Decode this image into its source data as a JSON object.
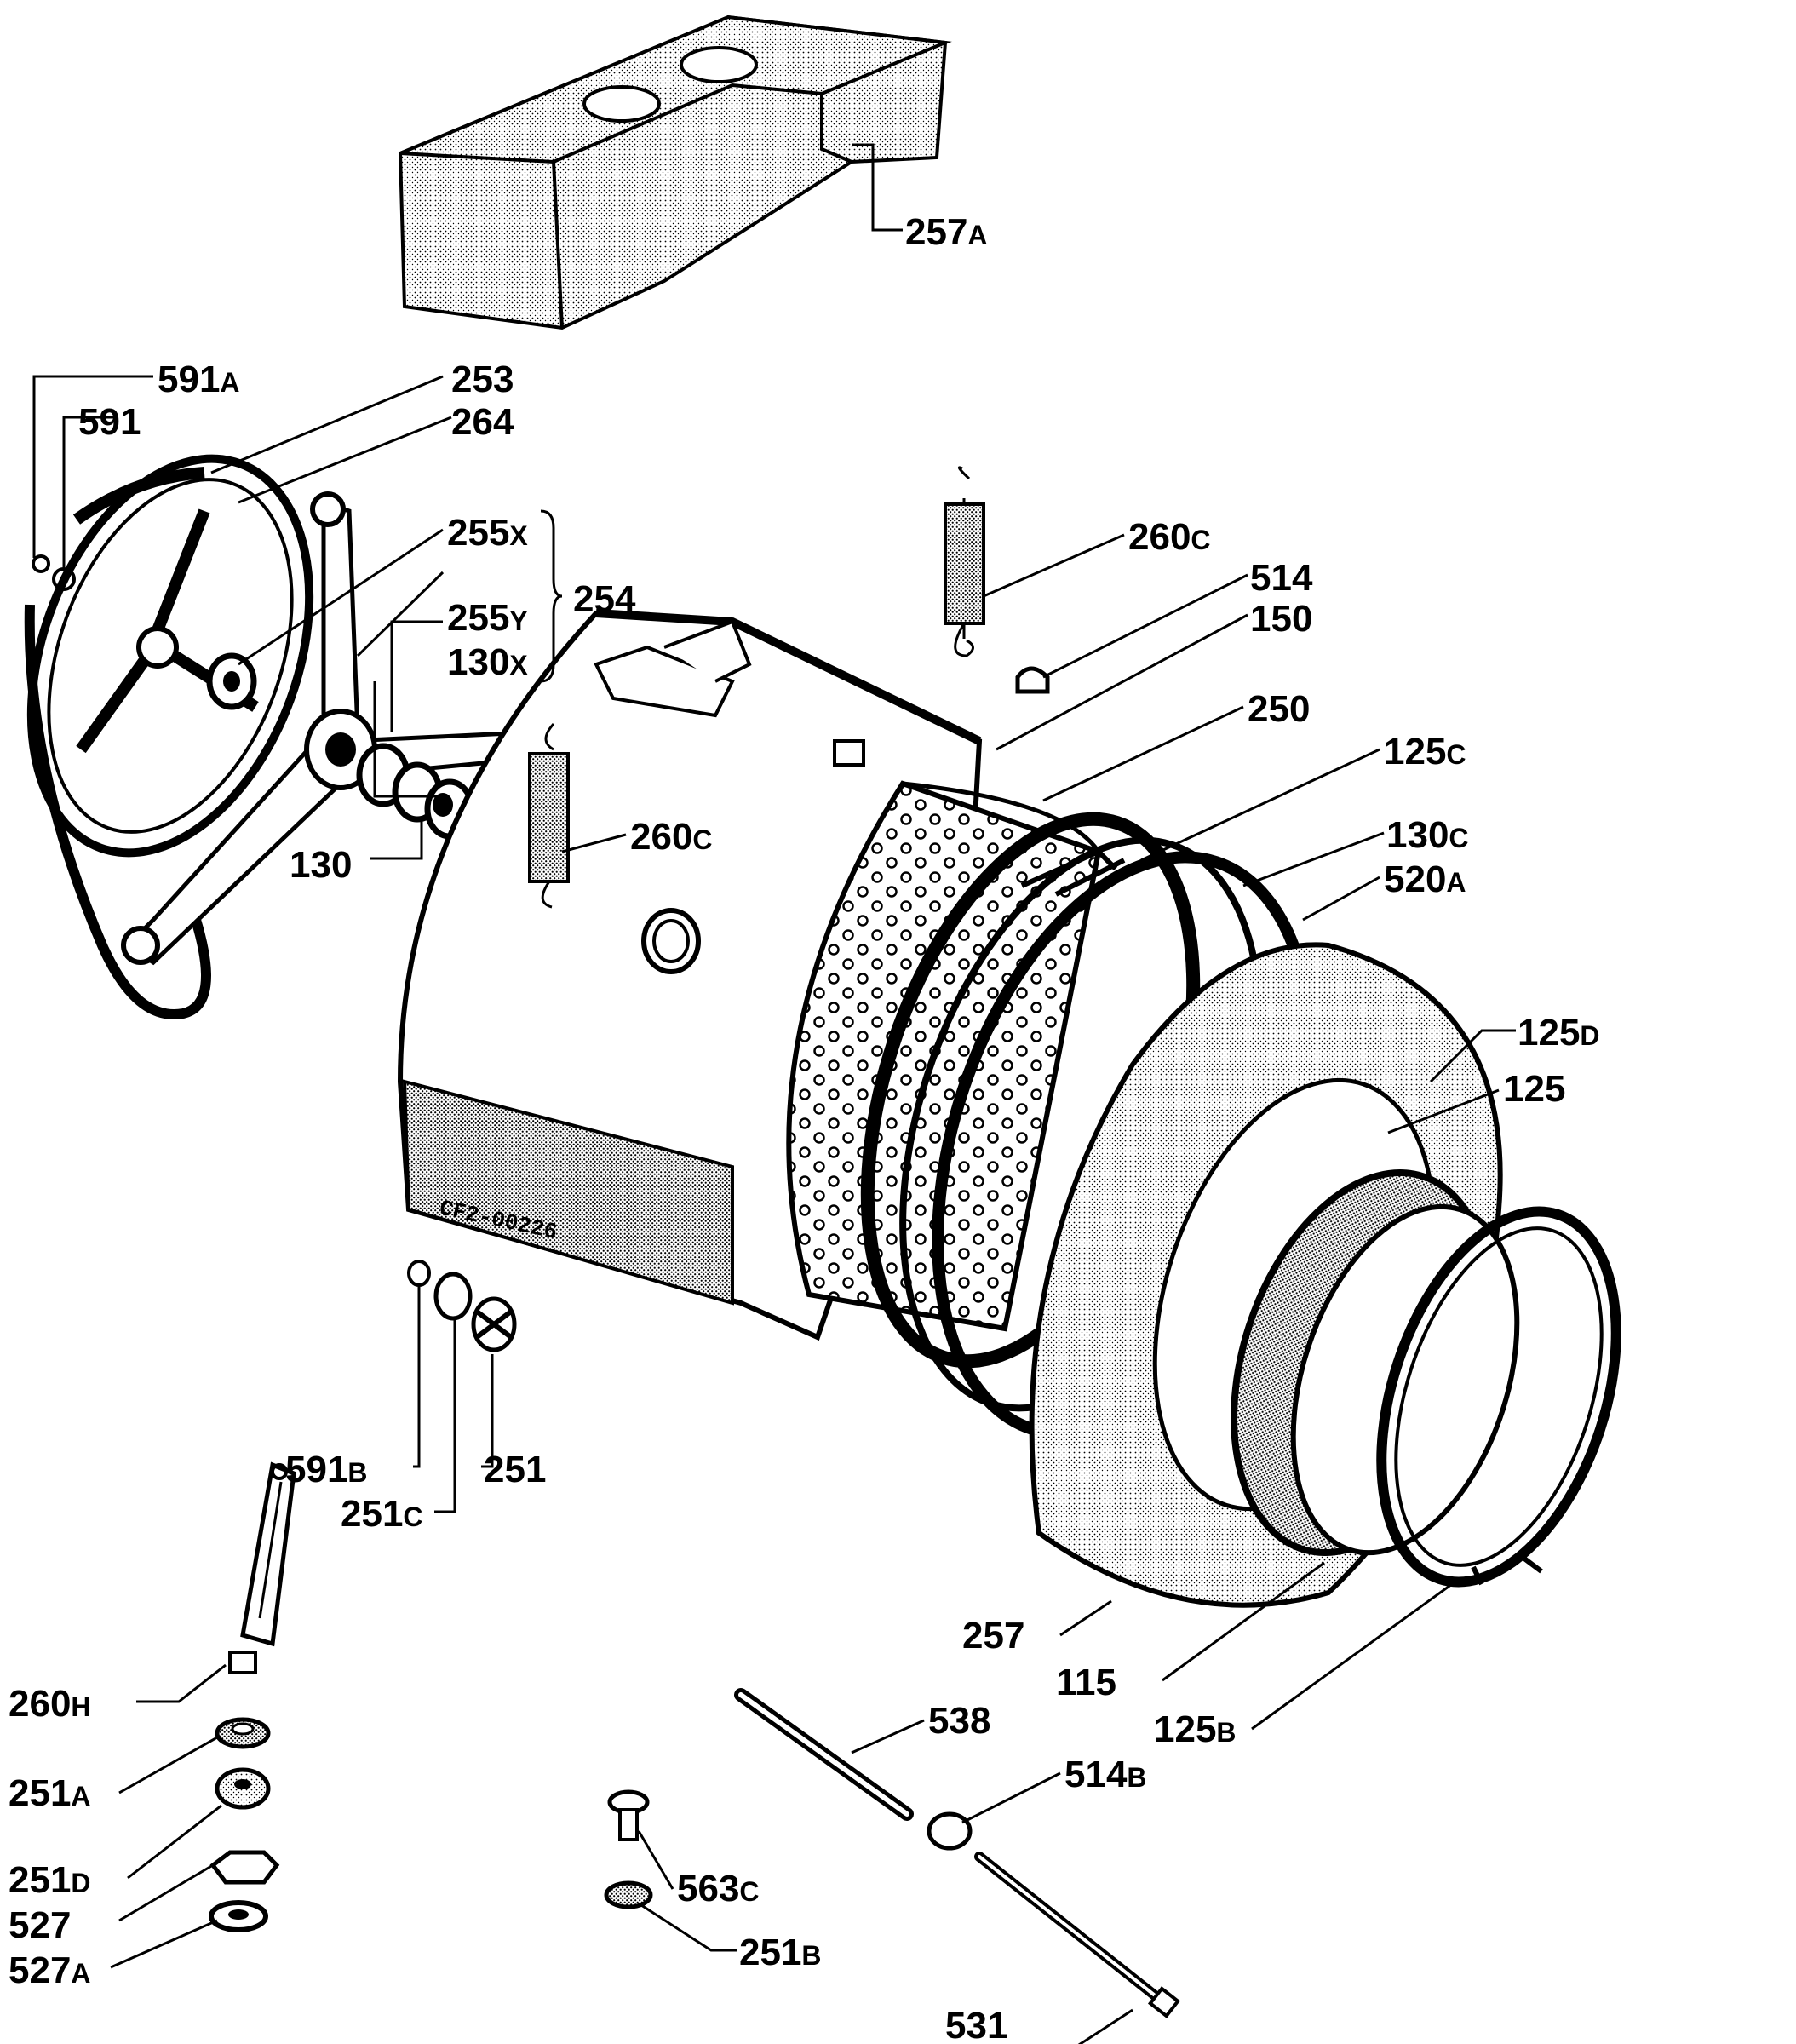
{
  "diagram": {
    "labels": {
      "l257a": {
        "num": "257",
        "suf": "A"
      },
      "l591a": {
        "num": "591",
        "suf": "A"
      },
      "l253": {
        "num": "253",
        "suf": ""
      },
      "l591": {
        "num": "591",
        "suf": ""
      },
      "l264": {
        "num": "264",
        "suf": ""
      },
      "l255x": {
        "num": "255",
        "suf": "X"
      },
      "l254": {
        "num": "254",
        "suf": ""
      },
      "l255y": {
        "num": "255",
        "suf": "Y"
      },
      "l130x": {
        "num": "130",
        "suf": "X"
      },
      "l130": {
        "num": "130",
        "suf": ""
      },
      "l260c1": {
        "num": "260",
        "suf": "C"
      },
      "l514": {
        "num": "514",
        "suf": ""
      },
      "l150": {
        "num": "150",
        "suf": ""
      },
      "l250": {
        "num": "250",
        "suf": ""
      },
      "l260c2": {
        "num": "260",
        "suf": "C"
      },
      "l125c": {
        "num": "125",
        "suf": "C"
      },
      "l130c": {
        "num": "130",
        "suf": "C"
      },
      "l520a": {
        "num": "520",
        "suf": "A"
      },
      "l125d": {
        "num": "125",
        "suf": "D"
      },
      "l125": {
        "num": "125",
        "suf": ""
      },
      "l591b": {
        "num": "591",
        "suf": "B"
      },
      "l251c": {
        "num": "251",
        "suf": "C"
      },
      "l251": {
        "num": "251",
        "suf": ""
      },
      "l257": {
        "num": "257",
        "suf": ""
      },
      "l115": {
        "num": "115",
        "suf": ""
      },
      "l125b": {
        "num": "125",
        "suf": "B"
      },
      "l538": {
        "num": "538",
        "suf": ""
      },
      "l514b": {
        "num": "514",
        "suf": "B"
      },
      "l260h": {
        "num": "260",
        "suf": "H"
      },
      "l251a": {
        "num": "251",
        "suf": "A"
      },
      "l563c": {
        "num": "563",
        "suf": "C"
      },
      "l251d": {
        "num": "251",
        "suf": "D"
      },
      "l527": {
        "num": "527",
        "suf": ""
      },
      "l251b": {
        "num": "251",
        "suf": "B"
      },
      "l527a": {
        "num": "527",
        "suf": "A"
      },
      "l531": {
        "num": "531",
        "suf": ""
      }
    },
    "stamp": "CF2-00226"
  }
}
